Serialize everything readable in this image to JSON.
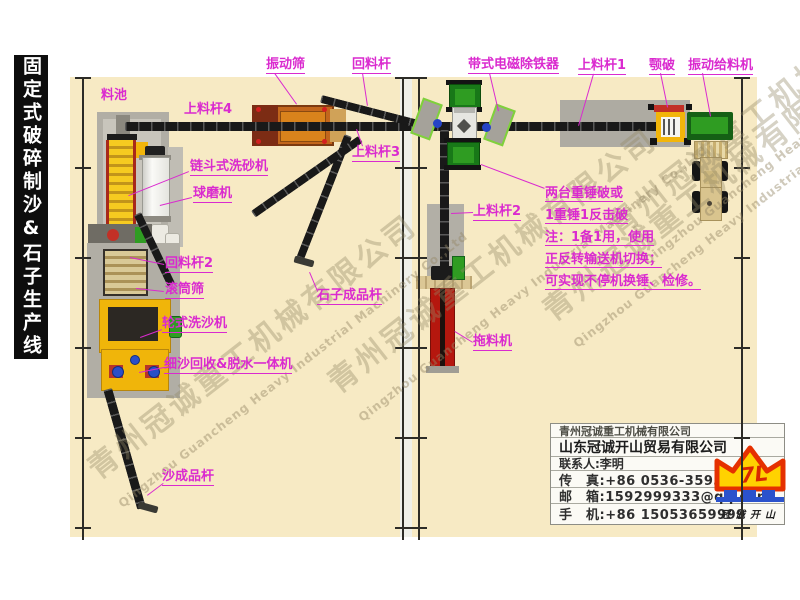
{
  "title": "固定式破碎制沙&石子生产线",
  "labels": {
    "pool": "料池",
    "feed4": "上料杆4",
    "screen": "振动筛",
    "return1": "回料杆",
    "magnet": "带式电磁除铁器",
    "feed1": "上料杆1",
    "jaw": "颚破",
    "feeder": "振动给料机",
    "chain_washer": "链斗式洗砂机",
    "ball_mill": "球磨机",
    "feed3": "上料杆3",
    "return2": "回料杆2",
    "drum": "滚筒筛",
    "wheel_washer": "轮式洗沙机",
    "fine_sand": "细沙回收&脱水一体机",
    "stone_out": "石子成品杆",
    "sand_out": "沙成品杆",
    "feed2": "上料杆2",
    "drag": "拖料机"
  },
  "note": {
    "line1": "两台重锤破或",
    "line2": "1重锤1反击破",
    "line3": "注：1备1用，使用",
    "line4": "正反转输送机切换；",
    "line5": "可实现不停机换锤、检修。"
  },
  "watermark": {
    "zh": "青州冠诚重工机械有限公司",
    "en": "Qingzhou Guancheng Heavy Industrial Machinery Co.,Ltd"
  },
  "table": {
    "company_cn": "青州冠诚重工机械有限公司",
    "company_trade": "山东冠诚开山贸易有限公司",
    "contact": "联系人:李明",
    "fax": "传　真:+86 0536-3593111",
    "email": "邮　箱:1592999333@qq.com",
    "mobile": "手　机:+86 15053659999"
  },
  "logo": {
    "monogram": "7L",
    "caption": "冠诚开山"
  },
  "colors": {
    "label": "#DA2ACF",
    "beige": "#F7EAC4",
    "accent_green": "#2F9C22",
    "dark_green": "#187818",
    "accent_orange": "#C2661C",
    "accent_red": "#B5170E",
    "accent_yellow": "#F2B50A",
    "crown_yellow": "#FFD200",
    "crown_red": "#E53000",
    "base_blue": "#2B52CC"
  }
}
